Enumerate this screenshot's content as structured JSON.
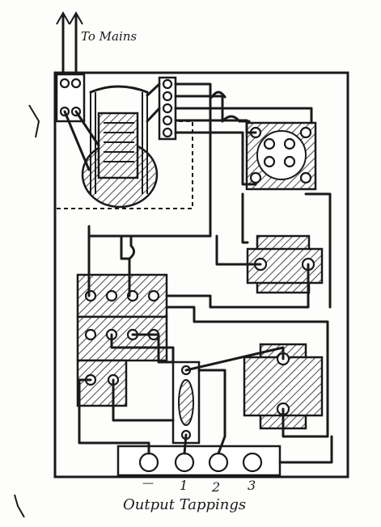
{
  "labels": {
    "to_mains": "To Mains",
    "output_tappings": "Output Tappings",
    "tap_minus": "—",
    "tap_1": "1",
    "tap_2": "2",
    "tap_3": "3"
  },
  "colors": {
    "ink": "#1a1a1a",
    "paper": "#fdfdfb"
  }
}
